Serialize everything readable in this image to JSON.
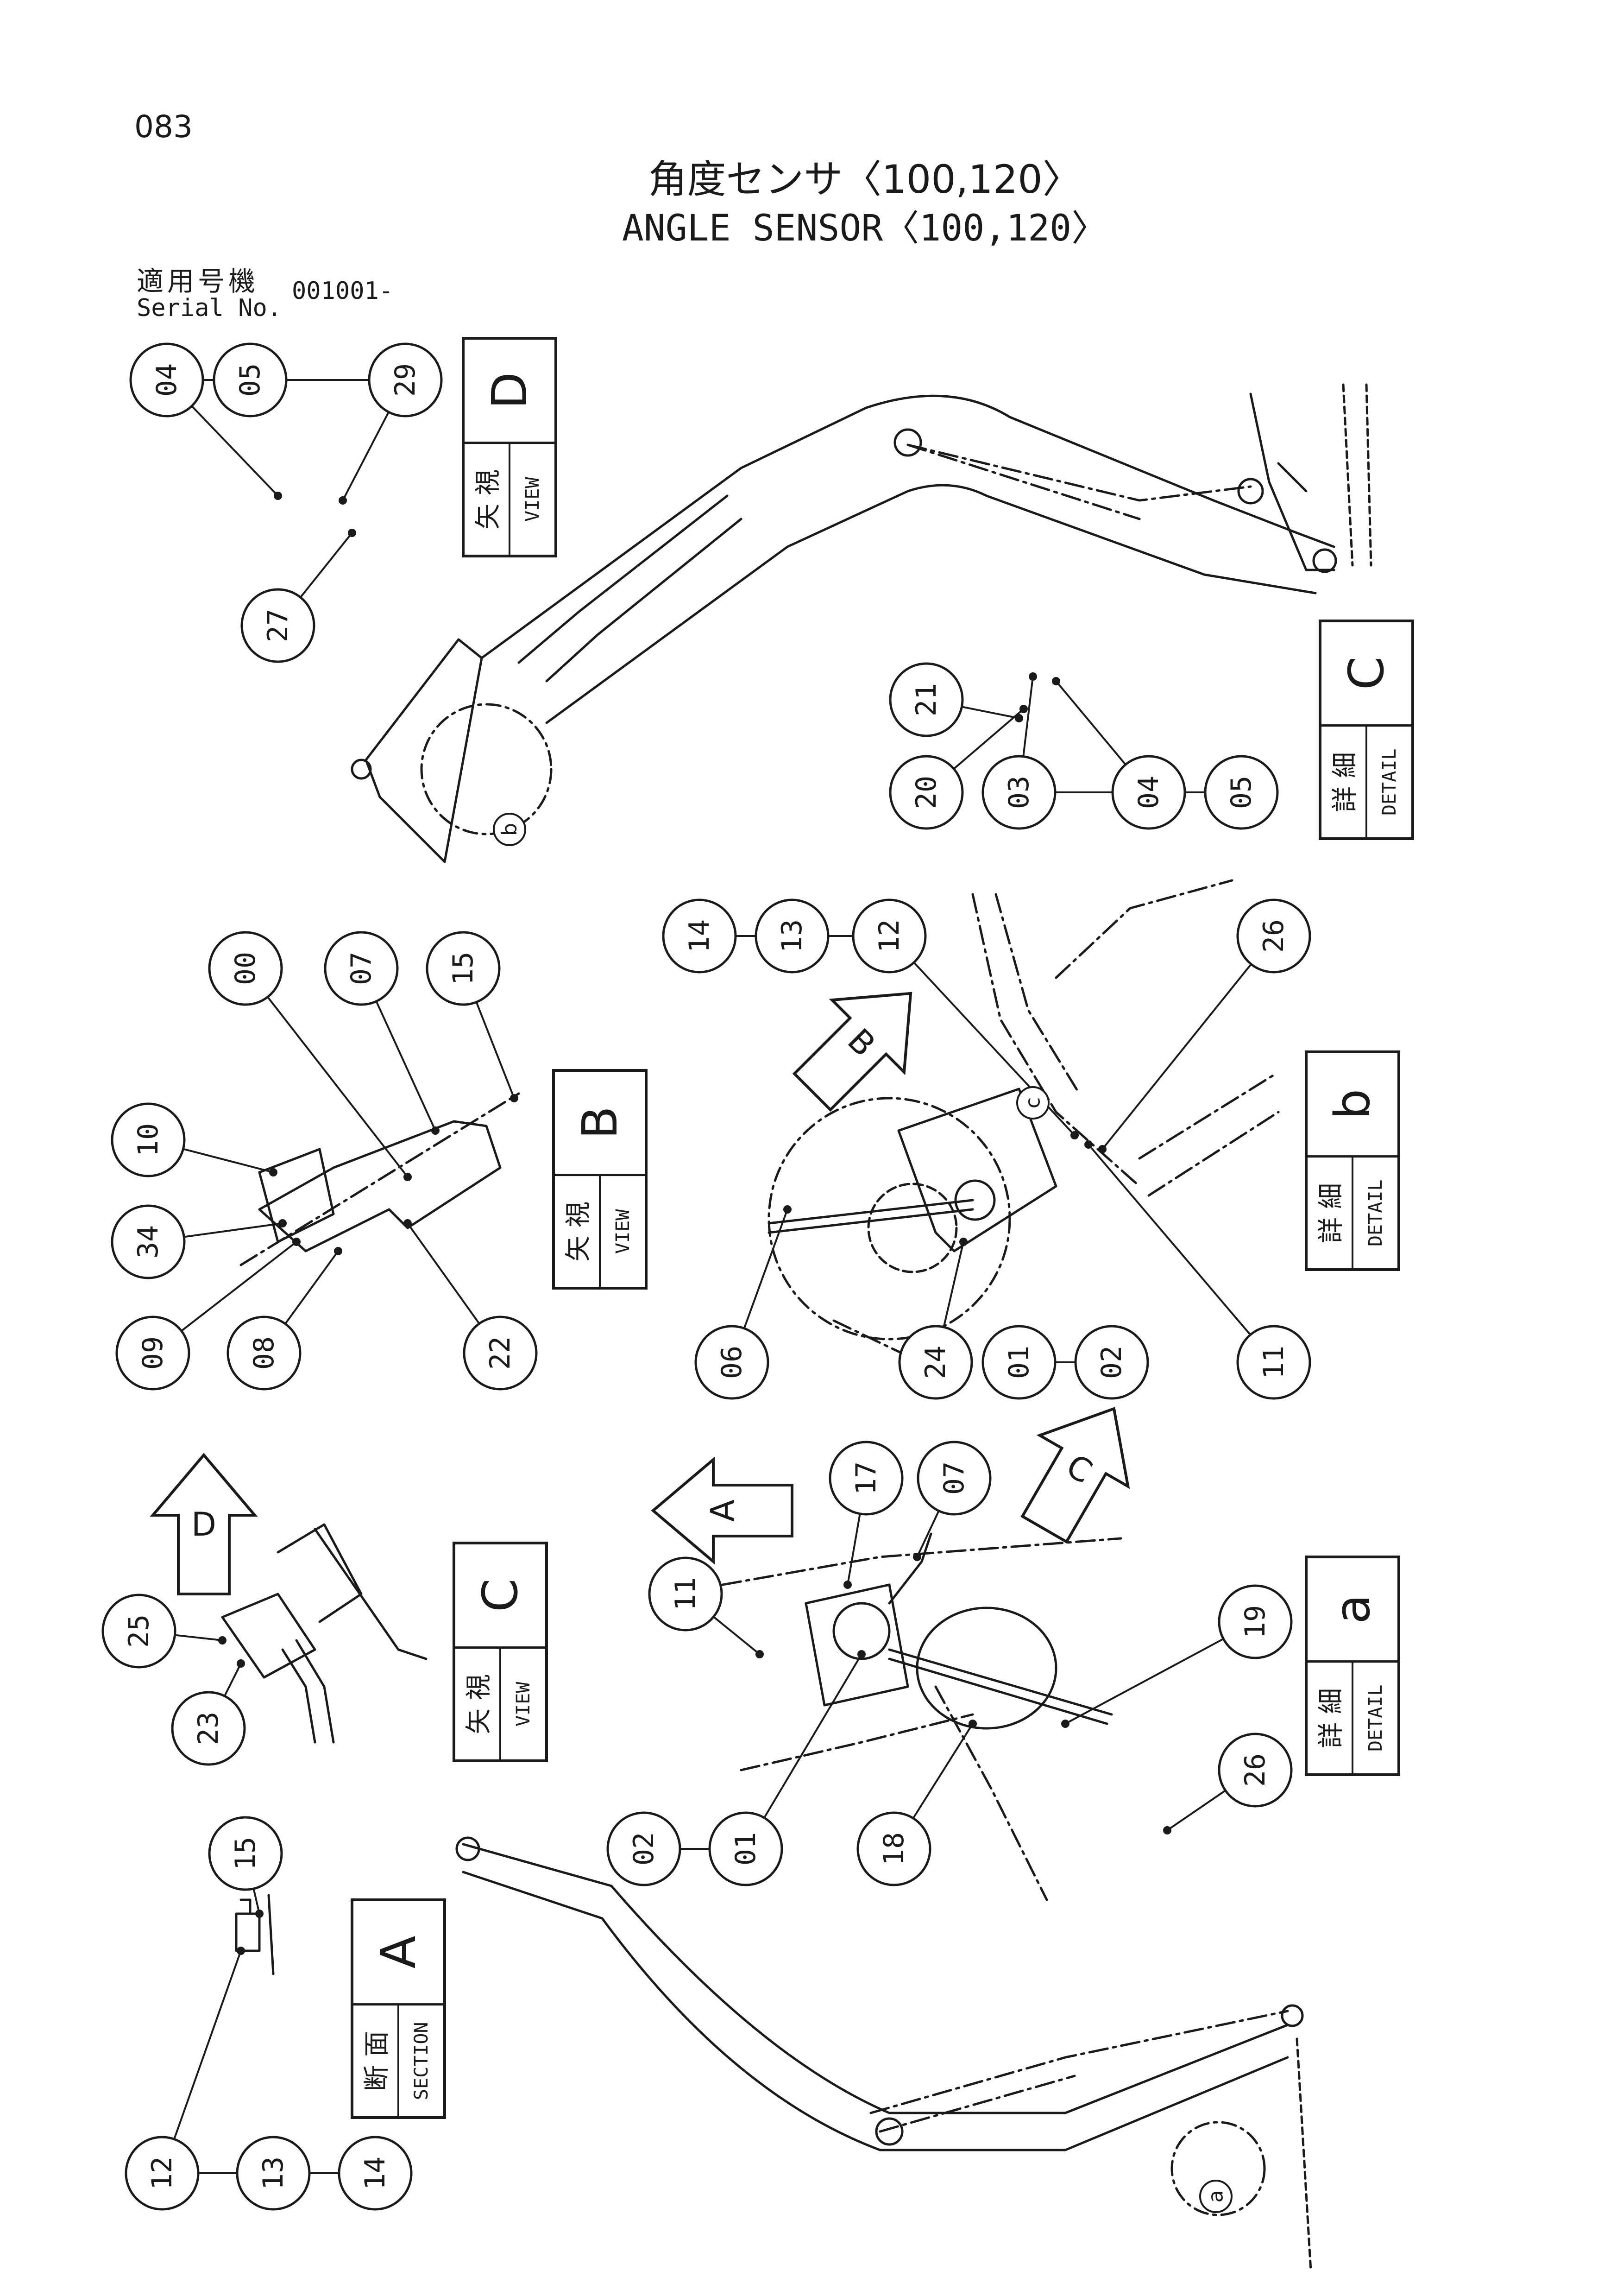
{
  "page_number": "083",
  "title_jp": "角度センサ〈100,120〉",
  "title_en": "ANGLE SENSOR〈100,120〉",
  "serial": {
    "label_jp": "適用号機",
    "label_en": "Serial No.",
    "value": "001001-"
  },
  "callouts": [
    "04",
    "05",
    "29",
    "27",
    "21",
    "20",
    "03",
    "04",
    "05",
    "00",
    "07",
    "15",
    "10",
    "34",
    "09",
    "08",
    "22",
    "14",
    "13",
    "12",
    "26",
    "06",
    "24",
    "01",
    "02",
    "11",
    "17",
    "07",
    "11",
    "19",
    "25",
    "23",
    "02",
    "01",
    "18",
    "26",
    "15",
    "12",
    "13",
    "14"
  ],
  "view_boxes": [
    {
      "big": "D",
      "jp": "矢 視",
      "en": "VIEW"
    },
    {
      "big": "C",
      "jp": "詳 細",
      "en": "DETAIL"
    },
    {
      "big": "B",
      "jp": "矢 視",
      "en": "VIEW"
    },
    {
      "big": "b",
      "jp": "詳 細",
      "en": "DETAIL"
    },
    {
      "big": "C",
      "jp": "矢 視",
      "en": "VIEW"
    },
    {
      "big": "a",
      "jp": "詳 細",
      "en": "DETAIL"
    },
    {
      "big": "A",
      "jp": "断 面",
      "en": "SECTION"
    }
  ],
  "view_arrows": [
    "B",
    "D",
    "A",
    "C"
  ],
  "detail_markers": [
    "b",
    "c",
    "a"
  ]
}
